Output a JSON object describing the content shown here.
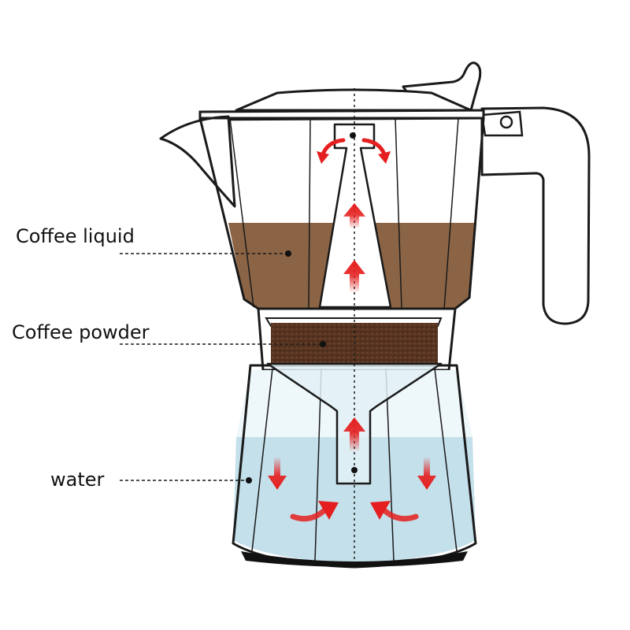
{
  "labels": {
    "coffee_liquid": "Coffee liquid",
    "coffee_powder": "Coffee powder",
    "water": "water"
  },
  "colors": {
    "outline": "#1a1a1a",
    "coffee_liquid": "#8a6445",
    "coffee_powder": "#4a2c1c",
    "water": "#c4e0ea",
    "arrow": "#e51f1f",
    "background": "#ffffff"
  },
  "icons": {
    "flow_arrow": "red-flow-arrow-icon",
    "leader_dot": "leader-dot-icon"
  }
}
